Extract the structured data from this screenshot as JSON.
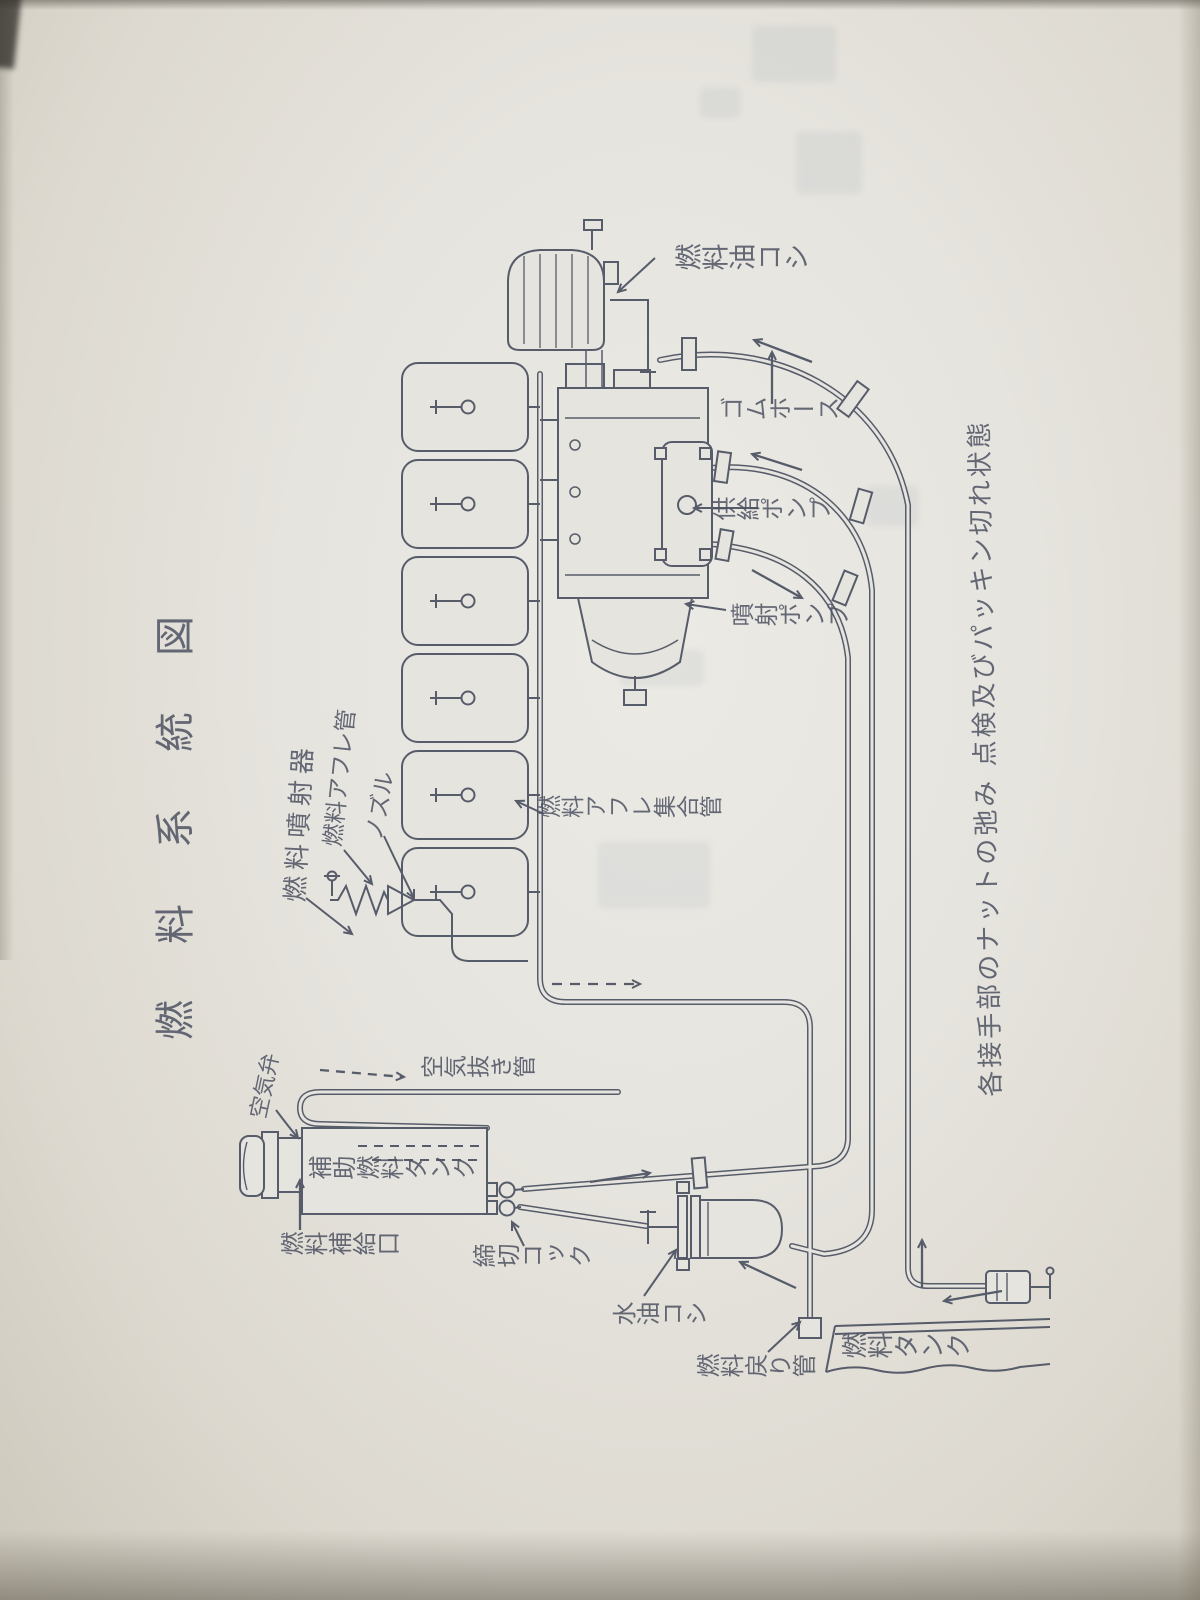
{
  "page": {
    "title": "燃料系統図",
    "side_note": "各接手部のナットの弛み 点検及びパッキン切れ状態"
  },
  "labels": {
    "fuel_oil_strainer": "燃料油コシ",
    "rubber_hose": "ゴムホース",
    "supply_pump": "供給ポンプ",
    "injection_pump": "噴射ポンプ",
    "fuel_injector": "燃料噴射器",
    "fuel_overflow_pipe": "燃料アフレ管",
    "nozzle": "ノズル",
    "overflow_manifold": "燃料アフレ集合管",
    "air_vent_valve": "空気弁",
    "air_vent_pipe": "空気抜き管",
    "aux_fuel_tank": "補助燃料タンク",
    "fuel_filler_port": "燃料補給口",
    "shutoff_cock": "締切コック",
    "water_oil_strainer": "水油コシ",
    "fuel_tank": "燃料タンク",
    "fuel_return_pipe": "燃料戻り管"
  },
  "colors": {
    "paper": "#e6e4de",
    "ink": "#575c6a"
  }
}
